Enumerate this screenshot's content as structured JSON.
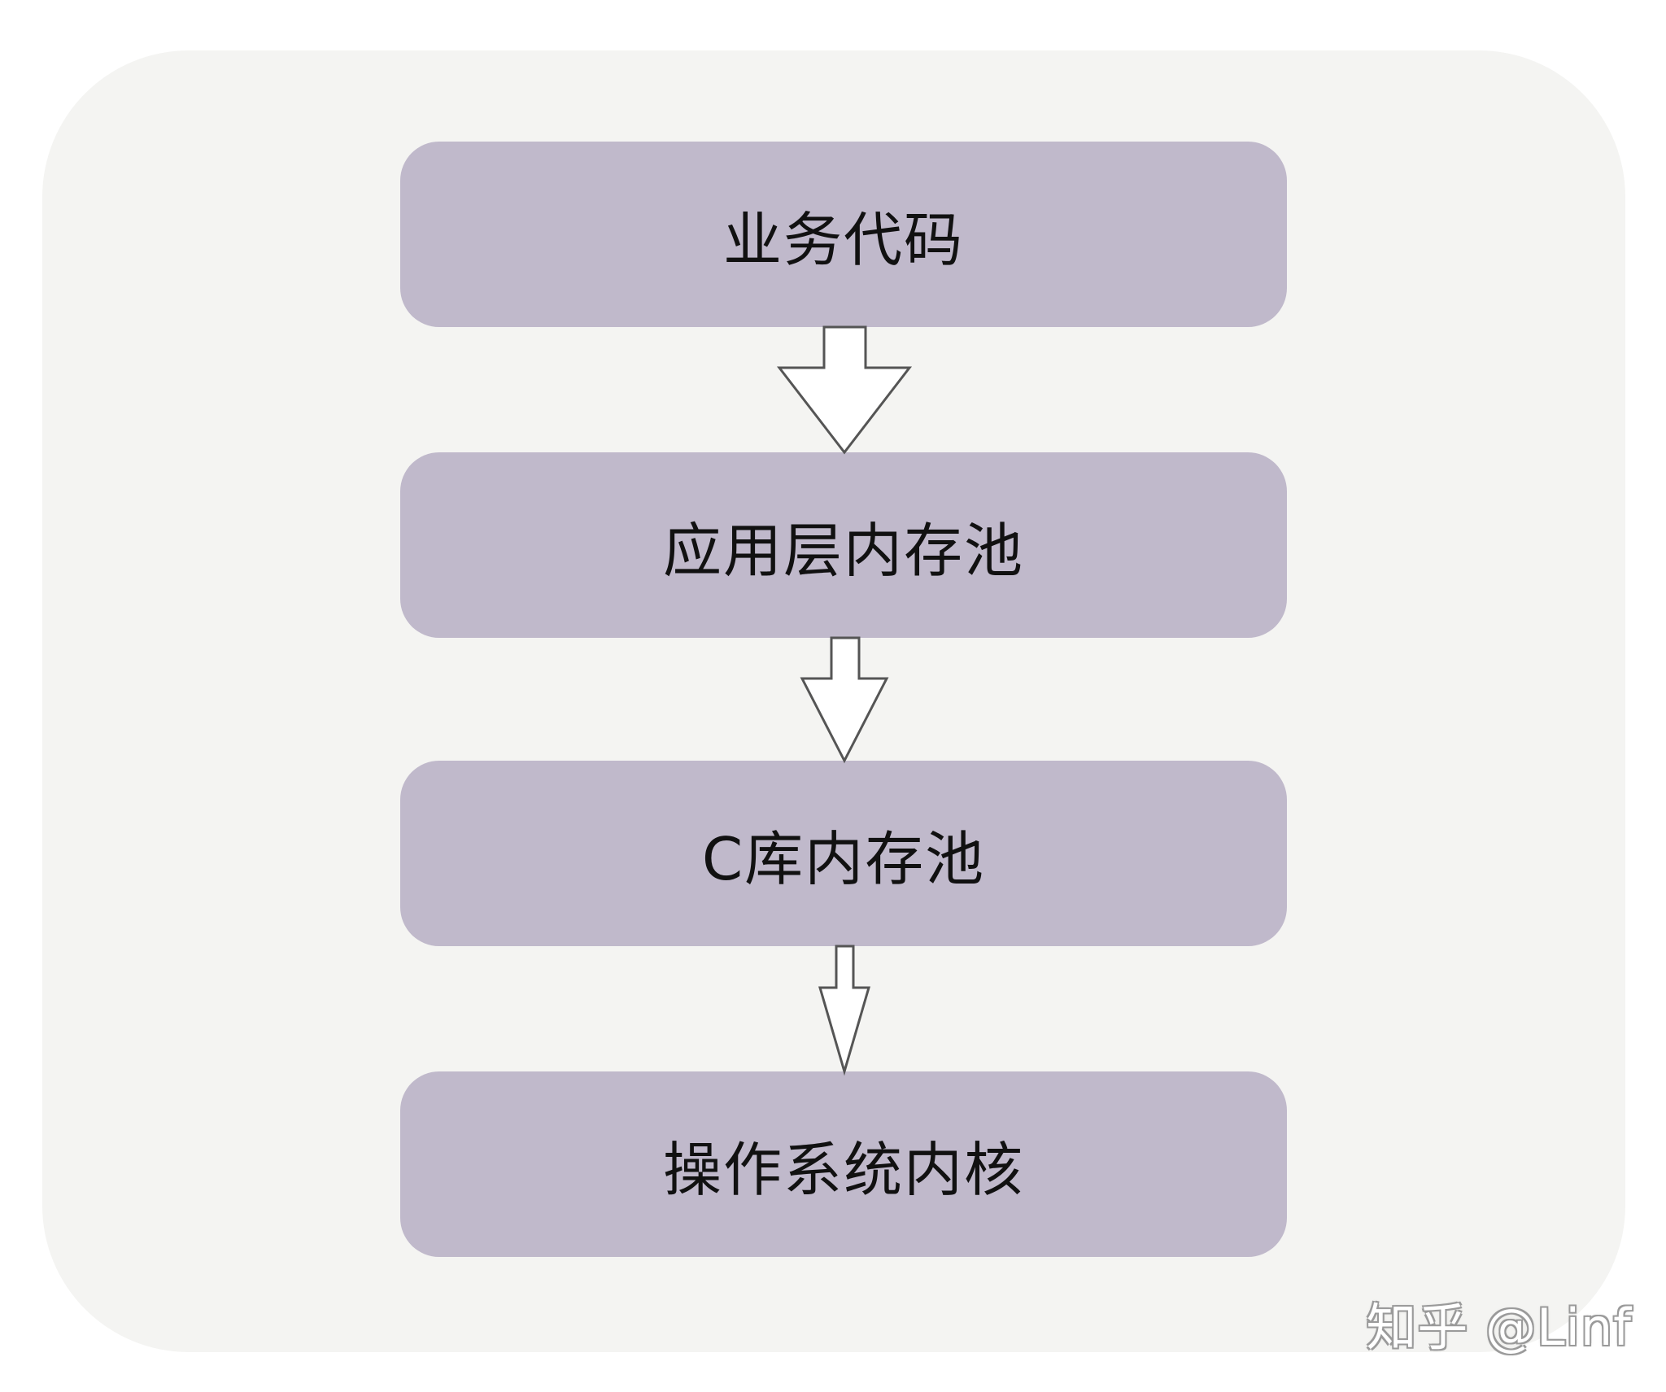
{
  "diagram": {
    "boxes": [
      {
        "label": "业务代码"
      },
      {
        "label": "应用层内存池"
      },
      {
        "label": "C库内存池"
      },
      {
        "label": "操作系统内核"
      }
    ],
    "colors": {
      "box_fill": "#c0b9cb",
      "background": "#f4f4f2",
      "arrow_fill": "#ffffff",
      "arrow_stroke": "#555555"
    }
  },
  "watermark": {
    "text": "知乎 @Linf"
  }
}
